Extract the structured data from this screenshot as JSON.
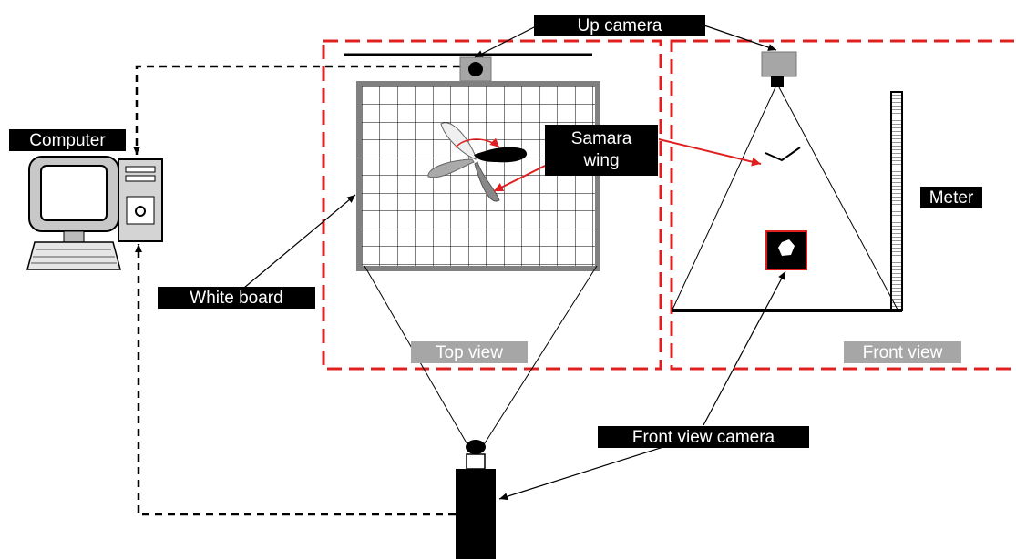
{
  "labels": {
    "up_camera": "Up camera",
    "computer": "Computer",
    "samara_line1": "Samara",
    "samara_line2": "wing",
    "meter": "Meter",
    "white_board": "White board",
    "top_view": "Top view",
    "front_view": "Front view",
    "front_view_camera": "Front view camera"
  },
  "colors": {
    "region_border": "#e02020",
    "label_dark_bg": "#000000",
    "label_gray_bg": "#a6a6a6",
    "label_text": "#ffffff",
    "board_frame": "#808080",
    "arrow_red": "#e02020"
  },
  "icons": {
    "computer": "desktop-computer-icon",
    "up_camera": "camera-icon",
    "front_camera": "camera-icon"
  }
}
